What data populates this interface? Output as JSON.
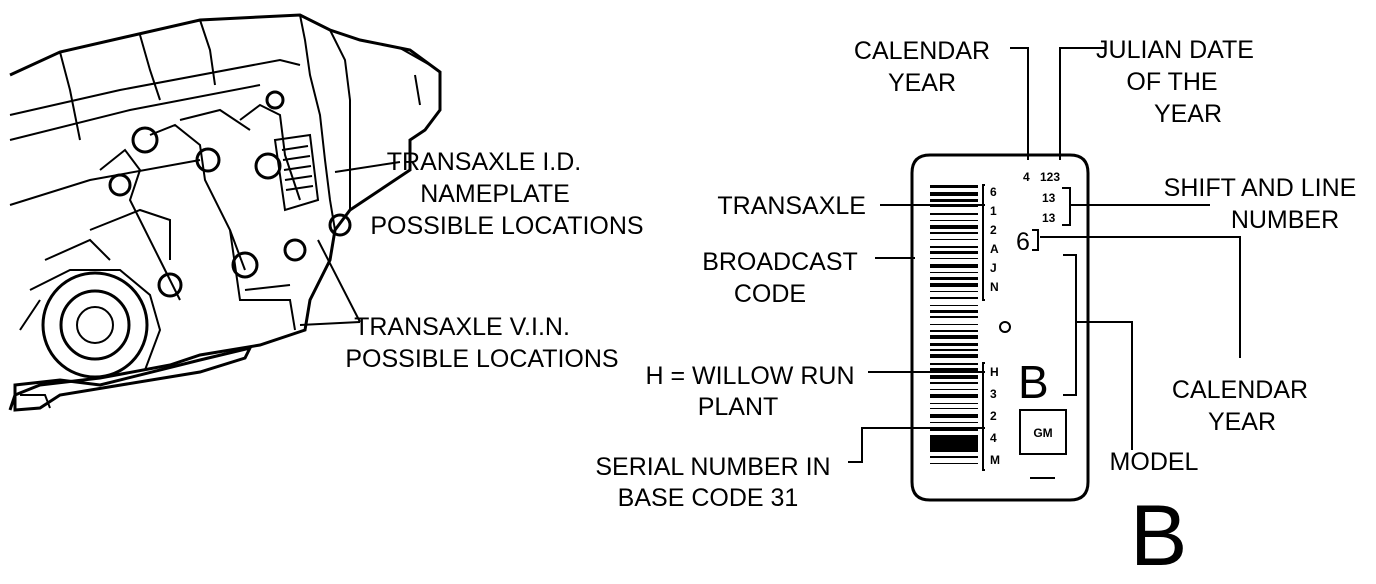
{
  "left_labels": {
    "id_nameplate": [
      "TRANSAXLE I.D.",
      "NAMEPLATE",
      "POSSIBLE LOCATIONS"
    ],
    "vin_locations": [
      "TRANSAXLE V.I.N.",
      "POSSIBLE LOCATIONS"
    ]
  },
  "right_labels": {
    "calendar_year_top": [
      "CALENDAR",
      "YEAR"
    ],
    "julian_date": [
      "JULIAN DATE",
      "OF THE",
      "YEAR"
    ],
    "transaxle": "TRANSAXLE",
    "shift_line": [
      "SHIFT AND LINE",
      "NUMBER"
    ],
    "broadcast_code": [
      "BROADCAST",
      "CODE"
    ],
    "willow_run": [
      "H = WILLOW RUN",
      "PLANT"
    ],
    "calendar_year_right": [
      "CALENDAR",
      "YEAR"
    ],
    "serial_number": [
      "SERIAL NUMBER IN",
      "BASE CODE 31"
    ],
    "model": "MODEL",
    "model_letter": "B"
  },
  "tag": {
    "top_digit": "4",
    "julian": "123",
    "shift_line_1": "13",
    "shift_line_2": "13",
    "calendar_digit": "6",
    "broadcast_chars": [
      "6",
      "1",
      "2",
      "A",
      "J",
      "N"
    ],
    "serial_chars": [
      "H",
      "3",
      "2",
      "4",
      "M"
    ],
    "model_letter": "B",
    "logo": "GM"
  }
}
